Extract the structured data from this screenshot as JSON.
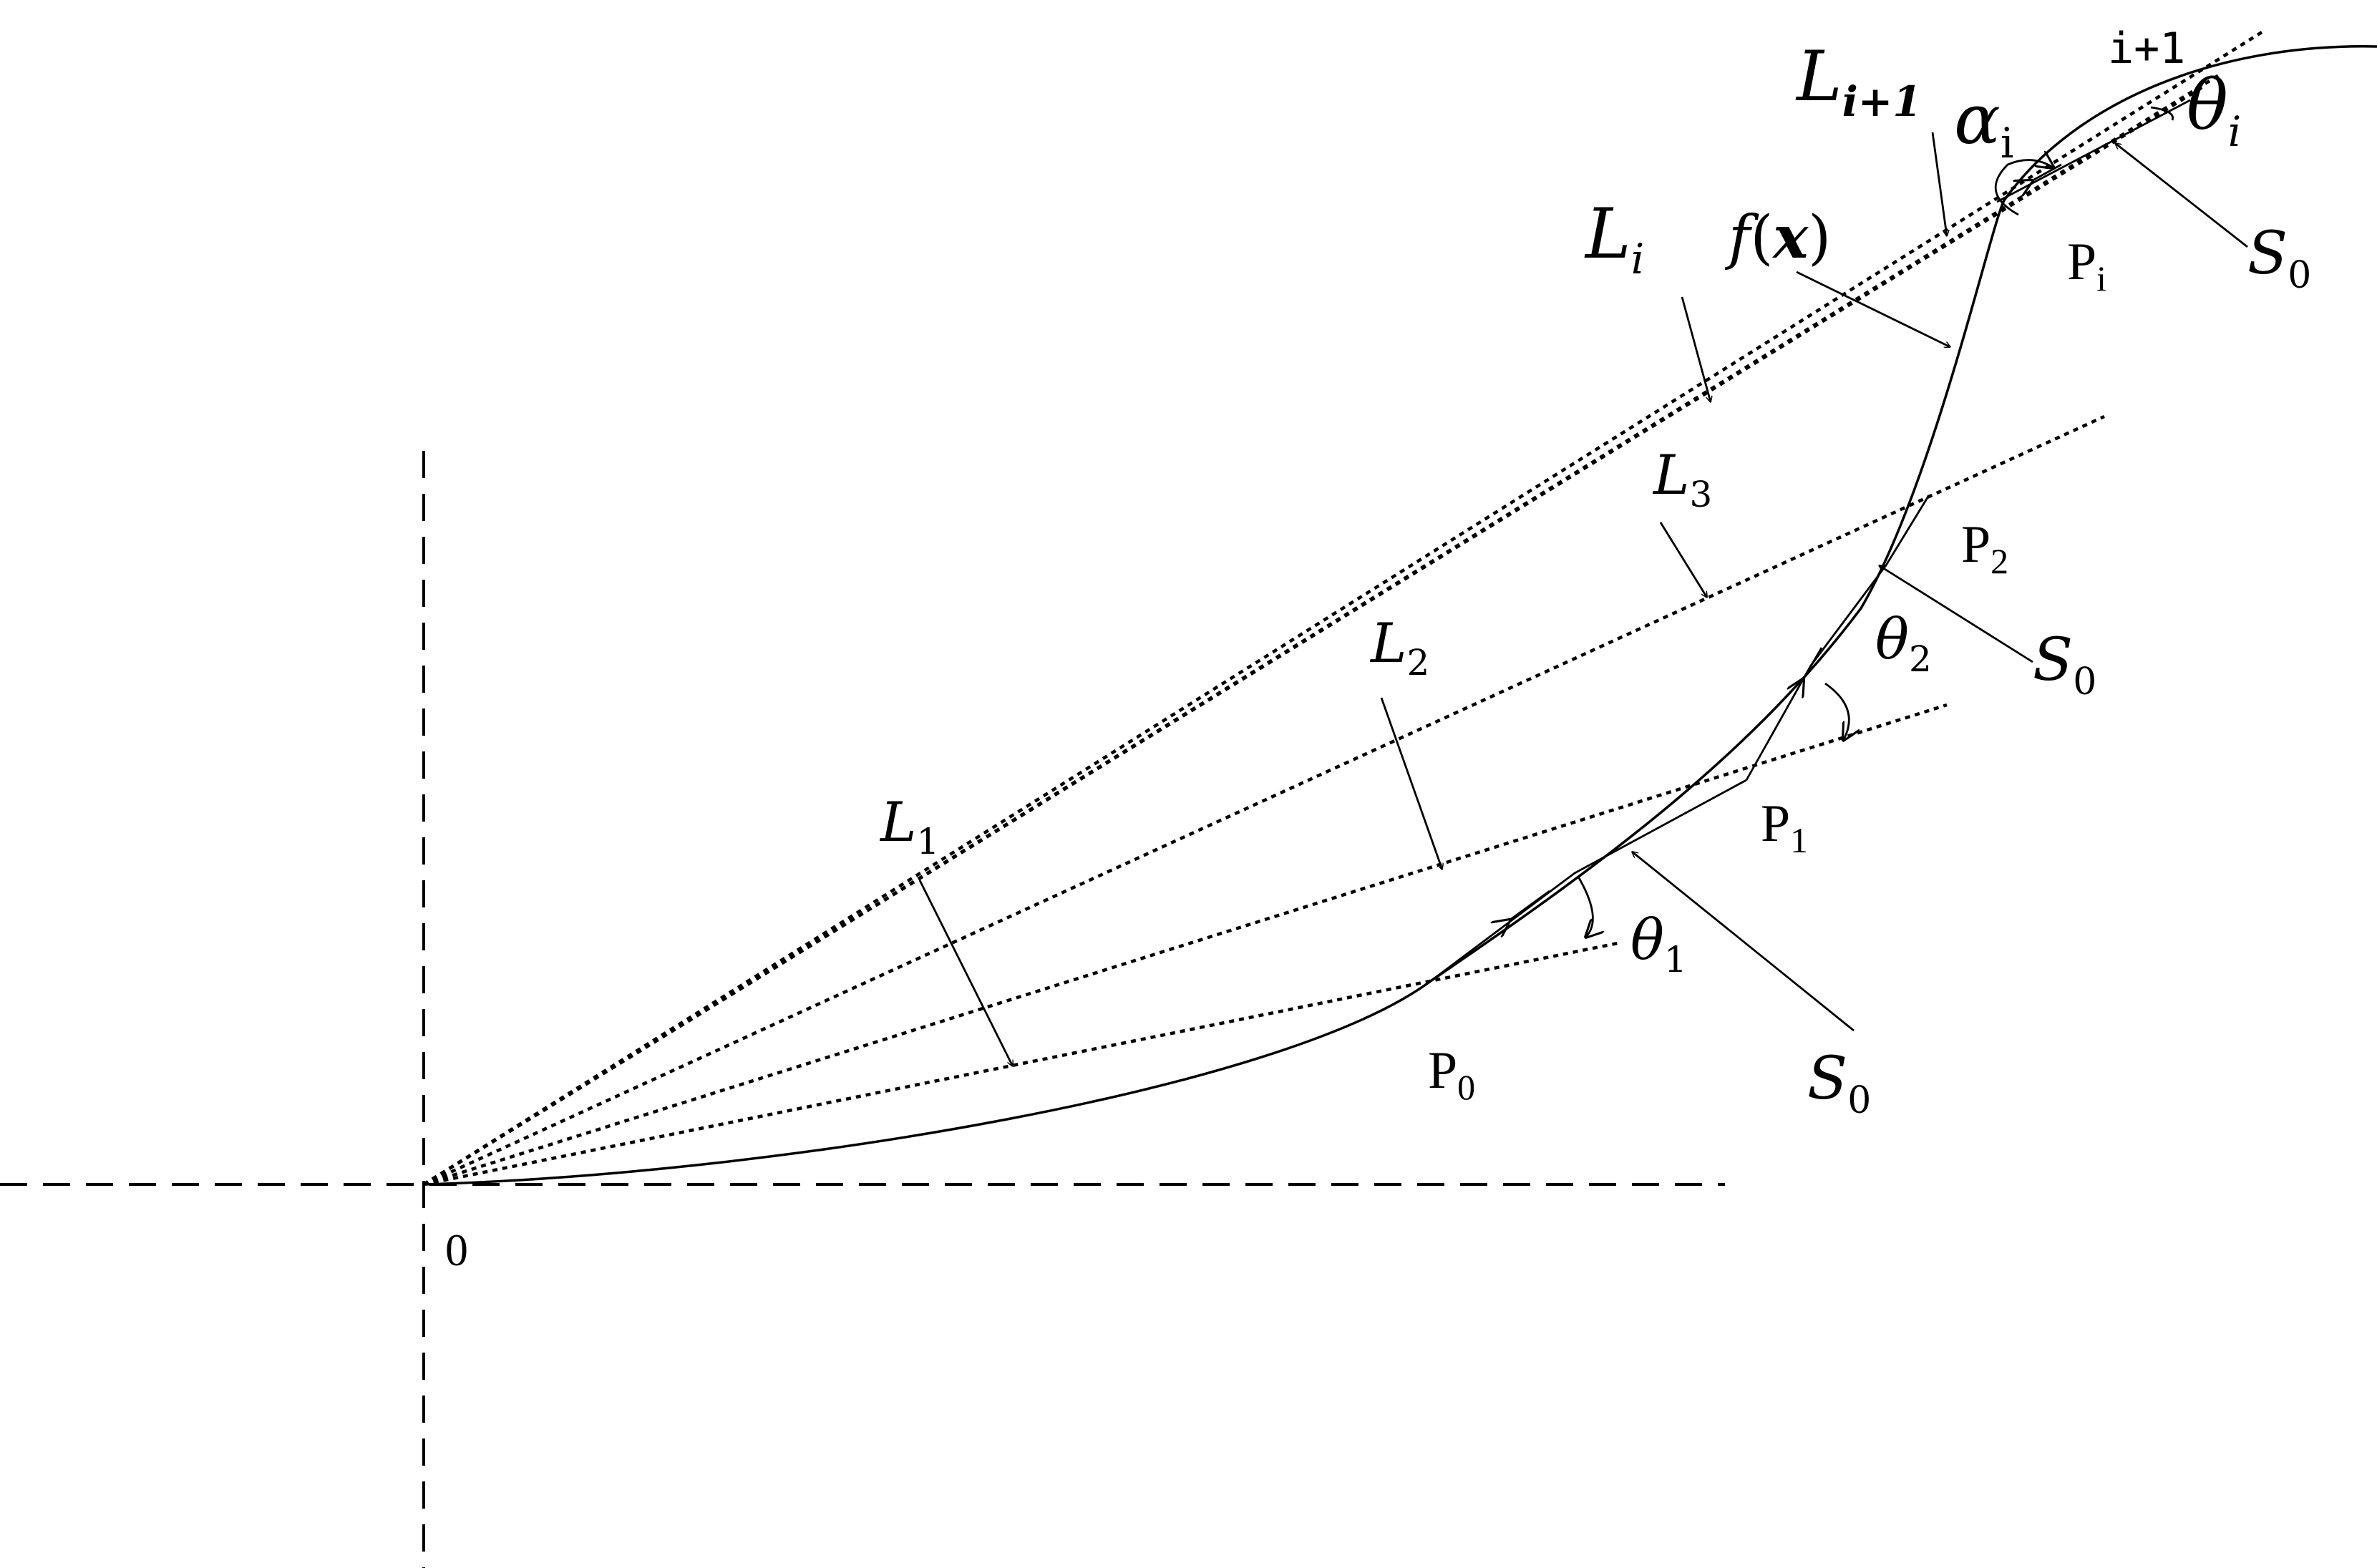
{
  "origin_label": "0",
  "curve_label": {
    "main": "f",
    "paren_open": "(",
    "var": "x",
    "paren_close": ")"
  },
  "rays": [
    {
      "main": "L",
      "sub": "1"
    },
    {
      "main": "L",
      "sub": "2"
    },
    {
      "main": "L",
      "sub": "3"
    },
    {
      "main": "L",
      "sub": "i"
    },
    {
      "main": "L",
      "sub": "i+1"
    }
  ],
  "points": [
    {
      "main": "P",
      "sub": "0"
    },
    {
      "main": "P",
      "sub": "1"
    },
    {
      "main": "P",
      "sub": "2"
    },
    {
      "main": "P",
      "sub": "i"
    }
  ],
  "angles": [
    {
      "main": "θ",
      "sub": "1"
    },
    {
      "main": "θ",
      "sub": "2"
    },
    {
      "main": "θ",
      "sub": "i"
    },
    {
      "main": "α",
      "sub": "i"
    }
  ],
  "steps": [
    {
      "main": "S",
      "sub": "0"
    },
    {
      "main": "S",
      "sub": "0"
    },
    {
      "main": "S",
      "sub": "0"
    }
  ],
  "top_label": "i+1"
}
